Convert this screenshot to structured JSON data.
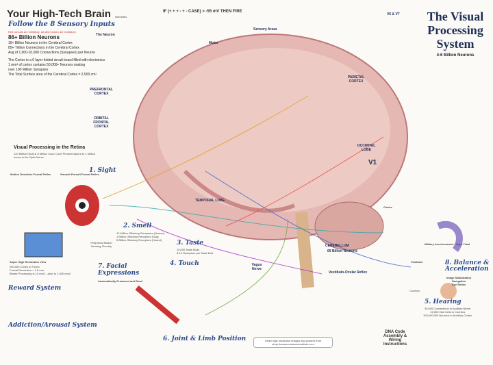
{
  "header": {
    "title": "Your High-Tech Brain",
    "subtitle": "Follow the 8 Sensory Inputs",
    "color_note": "Red Circuits are inhibitory, all other colors are excitatory",
    "neurons_headline": "86+ Billion Neurons",
    "stats": [
      "16+ Billion Neurons in the Cerebral Cortex",
      "85+ Trillion Connections in the Cerebral Cortex",
      "Avg of 1,000-10,000 Connections (Synapses) per Neuron"
    ],
    "cortex_line": "The Cortex is a 6 layer folded circuit board filled with electronics",
    "cortex_mm": "1 mm³ of cortex contains 50,000+ Neurons making over 100 Million Synapses",
    "surface": "The Total Surface area of the Cerebral Cortex = 2,500 cm²",
    "neuron_label": "The Neuron",
    "dendrites_label": "Dendrites",
    "formula": "IF (+ + + - + - CASE) > -55 mV THEN FIRE"
  },
  "left": {
    "prefrontal": "PREFRONTAL CORTEX",
    "orbital": "ORBITAL FRONTAL CORTEX",
    "retina_title": "Visual Processing in the Retina",
    "retina_sub": "120 Million Rods & 6 Million Color Cone Photoreceptors to 1 Million axons in the Optic Nerve",
    "motion": "Motion Detection Foveal Reflex",
    "pursuit": "Smooth Pursuit Foveal Reflex",
    "video_title": "Super High Resolution View",
    "video_stats": [
      "200,000 Cones in Fovea",
      "Foveal Resolution = 1.5 mm",
      "Bitrate Processing is 10 mm2 - prior to 2,500 mm2"
    ],
    "peripheral": "Peripheral Motion Sensing Circuitry"
  },
  "sections": {
    "sight": "1. Sight",
    "smell": "2. Smell",
    "smell_stats": [
      "12 Million Olfactory Receptors (Human)",
      "1 Billion Olfactory Receptors (Dog)",
      "5 Billion Olfactory Receptors (Hound)"
    ],
    "taste": "3. Taste",
    "taste_stats": [
      "10,000 Taste Buds",
      "8-10 Receptors per Taste Bud"
    ],
    "touch": "4. Touch",
    "hearing": "5. Hearing",
    "hearing_stats": [
      "30,000 Connections in Auditory Nerve",
      "15,000 Hair Cells in Cochlea",
      "100,000,000 Neurons in Auditory Cortex"
    ],
    "joint": "6. Joint & Limb Position",
    "facial": "7. Facial Expressions",
    "facial_sub": "Automatically Produced and Read",
    "balance": "8. Balance & Acceleration",
    "balance_sub": [
      "Image Stabilization",
      "Navigation",
      "Eye Reflex"
    ],
    "reward": "Reward System",
    "addiction": "Addiction/Arousal System",
    "vagus": "Vagus Nerve",
    "cerebellum": "CEREBELLUM",
    "cerebellum_sub": "69 Billion Neurons",
    "temporal": "TEMPORAL LOBE",
    "vor": "Vestibulo-Ocular Reflex",
    "cochlea": "Cochlea",
    "vestibule": "Vestibule",
    "dna": "DNA Code Assembly & Wiring Instructions",
    "gyro": "Military Accelerometer / Gyro Triad",
    "sensory_areas": "Sensory Areas",
    "motor": "Motor",
    "parietal": "PARIETAL CORTEX",
    "occipital": "OCCIPITAL LOBE",
    "v1": "V1",
    "v6v7": "V6 & V7",
    "colors": "Colors",
    "order": "Order high resolution images and posters from shop.theneuroscienceinstitute.com"
  },
  "visual": {
    "title": "The Visual Processing System",
    "neurons": "4-6 Billion Neurons"
  }
}
